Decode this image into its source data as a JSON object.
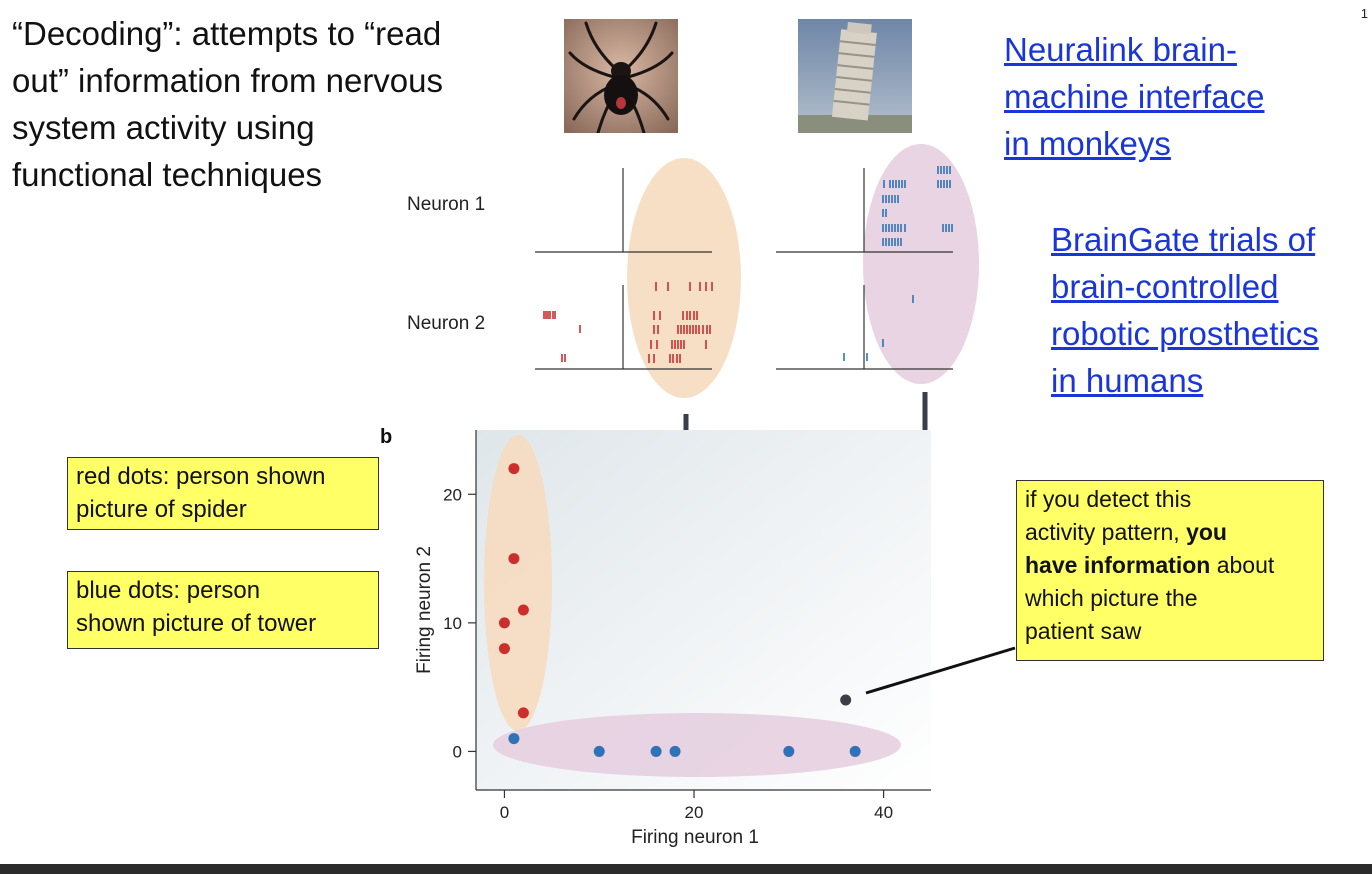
{
  "slide": {
    "title": "“Decoding”: attempts to “read out” information from nervous system activity using functional techniques",
    "title_lines": [
      "“Decoding”: attempts to “read",
      "out” information from nervous",
      "system activity using",
      "functional techniques"
    ],
    "page_number": "1"
  },
  "links": [
    {
      "lines": [
        "Neuralink brain-",
        "machine interface",
        "in monkeys"
      ]
    },
    {
      "lines": [
        "BrainGate trials of",
        "brain-controlled",
        "robotic prosthetics",
        "in humans"
      ]
    }
  ],
  "notes": {
    "red_lines": [
      "red dots: person shown",
      "picture of spider"
    ],
    "blue_lines": [
      "blue dots: person",
      "shown picture of tower"
    ],
    "detect_lines_1": [
      "if you detect this",
      "activity pattern, "
    ],
    "detect_bold_1": "you",
    "detect_bold_2": "have information",
    "detect_rest_2": " about",
    "detect_lines_3": [
      "which picture the",
      "patient saw"
    ]
  },
  "images": [
    {
      "name": "spider",
      "icon": "spider-photo"
    },
    {
      "name": "tower",
      "icon": "leaning-tower-photo"
    }
  ],
  "raster": {
    "neuron1_label": "Neuron 1",
    "neuron2_label": "Neuron 2"
  },
  "panel_label": "b",
  "colors": {
    "red": "#cc2e2e",
    "blue": "#2f72b8",
    "dark": "#3a3f45",
    "peach": "#f6dcc0",
    "lilac": "#e6cfe0",
    "link": "#1a36d8",
    "note_bg": "#ffff66"
  },
  "chart_data": {
    "type": "scatter",
    "xlabel": "Firing neuron 1",
    "ylabel": "Firing neuron 2",
    "xlim": [
      -3,
      45
    ],
    "ylim": [
      -3,
      25
    ],
    "xticks": [
      0,
      20,
      40
    ],
    "yticks": [
      0,
      10,
      20
    ],
    "series": [
      {
        "color": "#cc2e2e",
        "points": [
          [
            1,
            22
          ],
          [
            1,
            15
          ],
          [
            2,
            11
          ],
          [
            0,
            10
          ],
          [
            0,
            8
          ],
          [
            2,
            3
          ]
        ]
      },
      {
        "color": "#2f72b8",
        "points": [
          [
            1,
            1
          ],
          [
            10,
            0
          ],
          [
            16,
            0
          ],
          [
            18,
            0
          ],
          [
            30,
            0
          ],
          [
            37,
            0
          ]
        ]
      },
      {
        "color": "#3a3f45",
        "points": [
          [
            36,
            4
          ]
        ]
      }
    ]
  }
}
